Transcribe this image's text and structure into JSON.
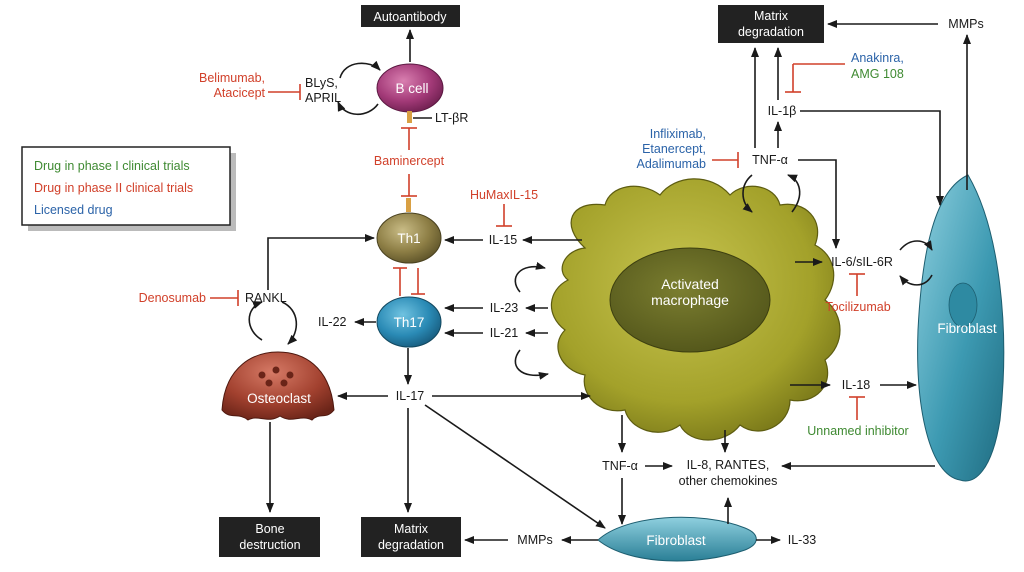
{
  "colors": {
    "phase1": "#3f8a32",
    "phase2": "#d1402a",
    "licensed": "#2b63a8",
    "box_bg": "#222222"
  },
  "legend": {
    "phase1": "Drug in phase I clinical trials",
    "phase2": "Drug in phase II clinical trials",
    "licensed": "Licensed drug"
  },
  "boxes": {
    "autoantibody": "Autoantibody",
    "matrix_top_1": "Matrix",
    "matrix_top_2": "degradation",
    "bone_1": "Bone",
    "bone_2": "destruction",
    "matrix_bottom_1": "Matrix",
    "matrix_bottom_2": "degradation"
  },
  "cells": {
    "bcell": "B cell",
    "th1": "Th1",
    "th17": "Th17",
    "osteoclast": "Osteoclast",
    "macrophage_1": "Activated",
    "macrophage_2": "macrophage",
    "fibroblast_right": "Fibroblast",
    "fibroblast_bottom": "Fibroblast"
  },
  "mediators": {
    "blys_1": "BLyS,",
    "blys_2": "APRIL",
    "lt_br": "LT-βR",
    "il15": "IL-15",
    "rankl": "RANKL",
    "il22": "IL-22",
    "il23": "IL-23",
    "il21": "IL-21",
    "il17": "IL-17",
    "il1b": "IL-1β",
    "tnfa_top": "TNF-α",
    "il6": "IL-6/sIL-6R",
    "il18": "IL-18",
    "tnfa_bottom": "TNF-α",
    "il8_1": "IL-8, RANTES,",
    "il8_2": "other chemokines",
    "mmps_top": "MMPs",
    "mmps_bottom": "MMPs",
    "il33": "IL-33"
  },
  "drugs": {
    "belimumab_1": "Belimumab,",
    "belimumab_2": "Atacicept",
    "baminercept": "Baminercept",
    "humax": "HuMaxIL-15",
    "denosumab": "Denosumab",
    "anakinra_1": "Anakinra,",
    "anakinra_2": "AMG 108",
    "infliximab_1": "Infliximab,",
    "infliximab_2": "Etanercept,",
    "infliximab_3": "Adalimumab",
    "tocilizumab": "Tocilizumab",
    "unnamed": "Unnamed inhibitor"
  }
}
